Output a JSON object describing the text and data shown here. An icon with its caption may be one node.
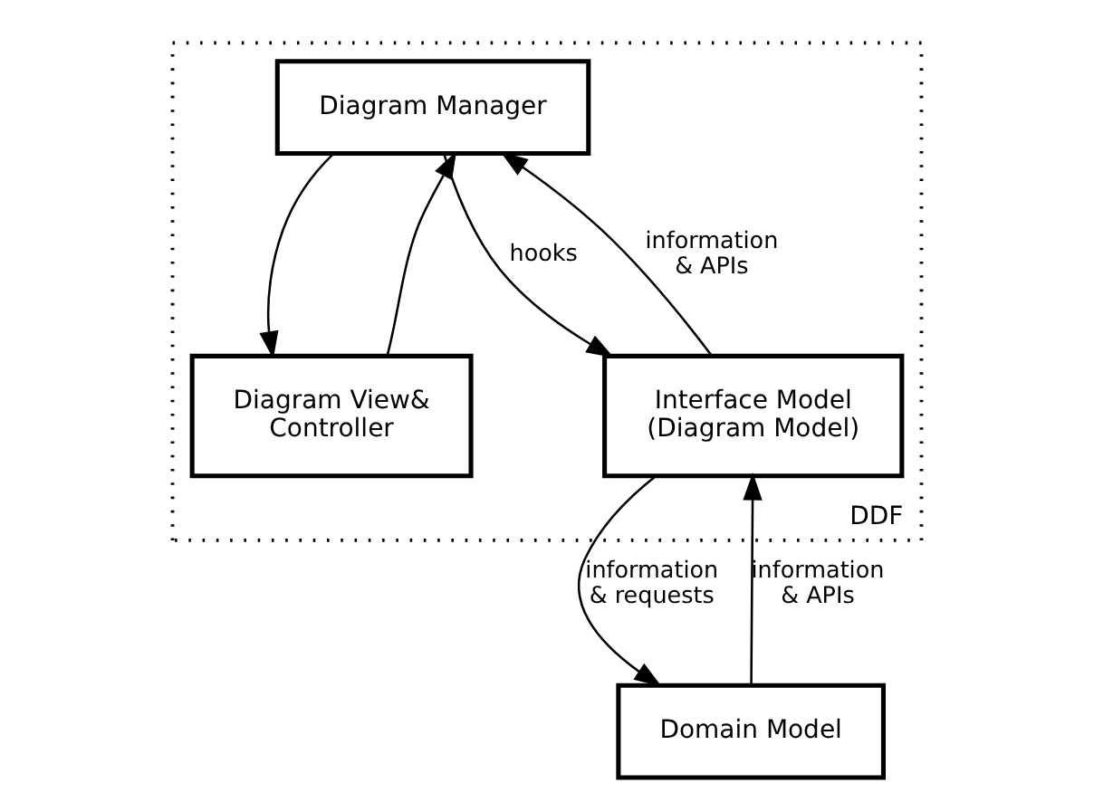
{
  "diagram": {
    "nodes": [
      {
        "text": [
          "DDF"
        ]
      },
      {
        "text": [
          "Diagram Manager"
        ],
        "in": 0
      },
      {
        "text": [
          "Diagram View& Controller"
        ],
        "in": 0
      },
      {
        "text": [
          "Interface Model (Diagram Model)"
        ],
        "in": 0
      },
      {
        "text": [
          "Domain Model"
        ]
      }
    ],
    "edges": [
      {
        "from": 2,
        "to": 1,
        "arrow": "to"
      },
      {
        "from": 1,
        "to": 2,
        "arrow": "to"
      },
      {
        "from": 1,
        "to": 3,
        "arrow": "to",
        "label": "hooks"
      },
      {
        "from": 3,
        "to": 1,
        "arrow": "to",
        "label": "information & APIs"
      },
      {
        "from": 4,
        "to": 3,
        "arrow": "to",
        "label": "information & APIs"
      },
      {
        "from": 3,
        "to": 4,
        "arrow": "to",
        "label": "information & requests"
      }
    ]
  }
}
